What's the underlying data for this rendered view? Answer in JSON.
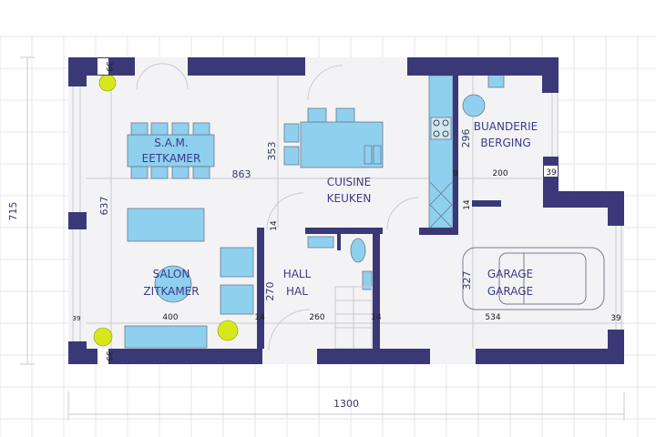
{
  "rooms": {
    "dining": [
      "S.A.M.",
      "EETKAMER"
    ],
    "kitchen": [
      "CUISINE",
      "KEUKEN"
    ],
    "laundry": [
      "BUANDERIE",
      "BERGING"
    ],
    "living": [
      "SALON",
      "ZITKAMER"
    ],
    "hall": [
      "HALL",
      "HAL"
    ],
    "garage": [
      "GARAGE",
      "GARAGE"
    ]
  },
  "dimensions": {
    "overall_width": "1300",
    "overall_height": "715",
    "d863": "863",
    "d353": "353",
    "d637": "637",
    "d296": "296",
    "d200": "200",
    "d9": "9",
    "d39_top_left": "39",
    "d39_right": "39",
    "d39_bottom_left": "39",
    "d39_small_left": "39",
    "d39_garage": "39",
    "d14_kitchen": "14",
    "d14_hall_left": "14",
    "d14_hall_right": "14",
    "d14_garage": "14",
    "d270": "270",
    "d260": "260",
    "d400": "400",
    "d327": "327",
    "d534": "534"
  },
  "colors": {
    "wall": "#3b3878",
    "furniture": "#8fd0ee",
    "text": "#3b3b8a"
  }
}
